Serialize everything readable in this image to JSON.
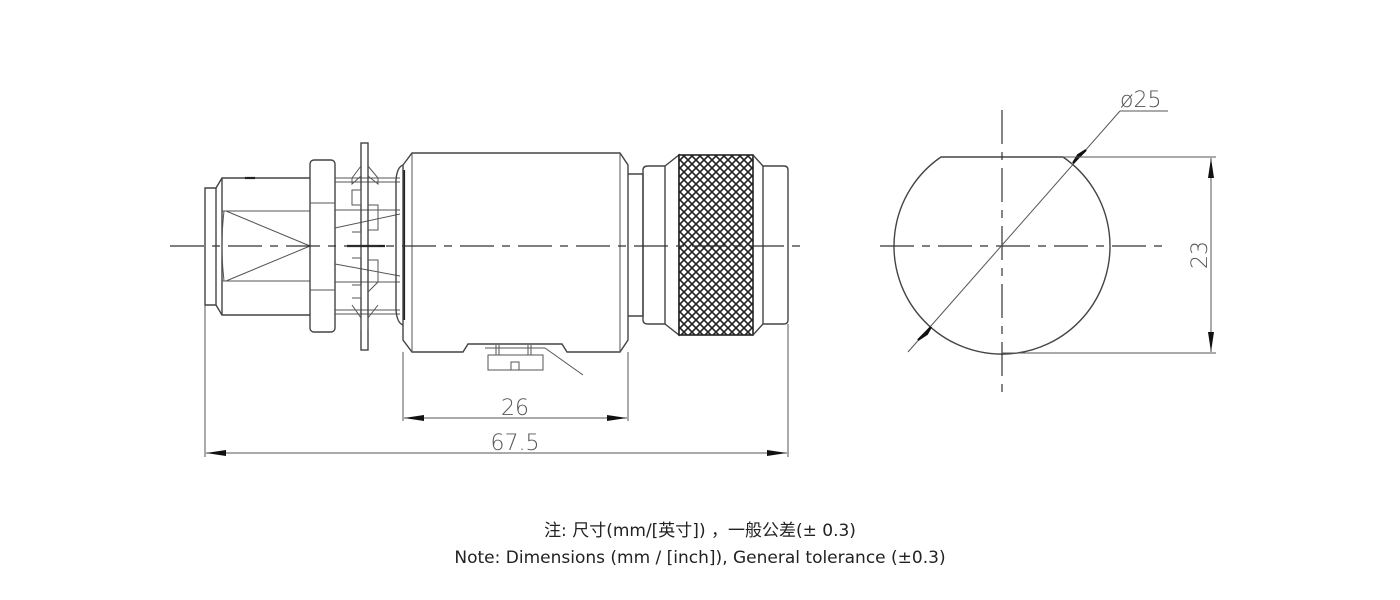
{
  "drawing": {
    "title": "Connector dimension drawing",
    "views": [
      {
        "name": "side-view",
        "description": "Connector side elevation with hex nut, panel clips, body and knurled coupling nut"
      },
      {
        "name": "end-view",
        "description": "D-flat circular cutout"
      }
    ],
    "dimensions": {
      "body_length": "26",
      "overall_length": "67.5",
      "diameter": "ø25",
      "flat_height": "23"
    },
    "colors": {
      "line": "#444444",
      "background": "#ffffff",
      "text": "#222222"
    }
  },
  "notes": {
    "line_zh": "注: 尺寸(mm/[英寸]) ，一般公差(± 0.3)",
    "line_en": "Note: Dimensions (mm / [inch]), General tolerance (±0.3)"
  }
}
